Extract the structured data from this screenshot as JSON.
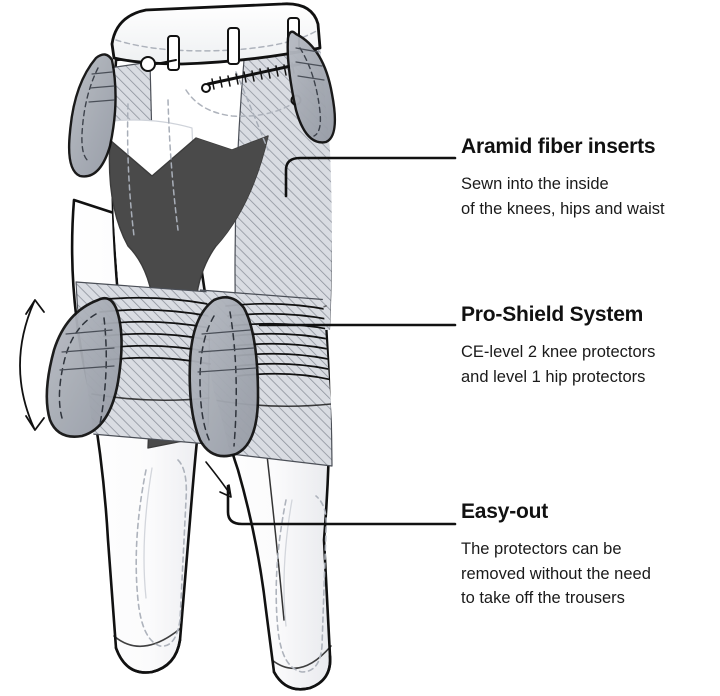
{
  "diagram": {
    "subject": "motorcycle-riding-trousers",
    "view": "three-quarter side technical illustration",
    "colors": {
      "background": "#ffffff",
      "outline": "#111111",
      "fabric_white": "#ffffff",
      "fabric_shade": "#f0f1f3",
      "hatch_panel_base": "#d9dce2",
      "hatch_line": "#8a8f99",
      "protector_gray": "#a7abb4",
      "protector_gray_dark": "#9297a1",
      "aramid_dark": "#4a4a4a",
      "stitch_dash": "#9aa0aa",
      "text": "#111111"
    },
    "annotations": {
      "movement_arrow": "double-headed curved arrow at left knee"
    }
  },
  "callouts": [
    {
      "id": "aramid-fiber-inserts",
      "title": "Aramid fiber inserts",
      "body": "Sewn into the inside\nof the knees, hips and waist",
      "leader": "elbow-up"
    },
    {
      "id": "pro-shield-system",
      "title": "Pro-Shield System",
      "body": "CE-level 2 knee protectors\nand level 1 hip protectors",
      "leader": "straight"
    },
    {
      "id": "easy-out",
      "title": "Easy-out",
      "body": "The protectors can be\nremoved without the need\nto take off the trousers",
      "leader": "elbow-up"
    }
  ]
}
